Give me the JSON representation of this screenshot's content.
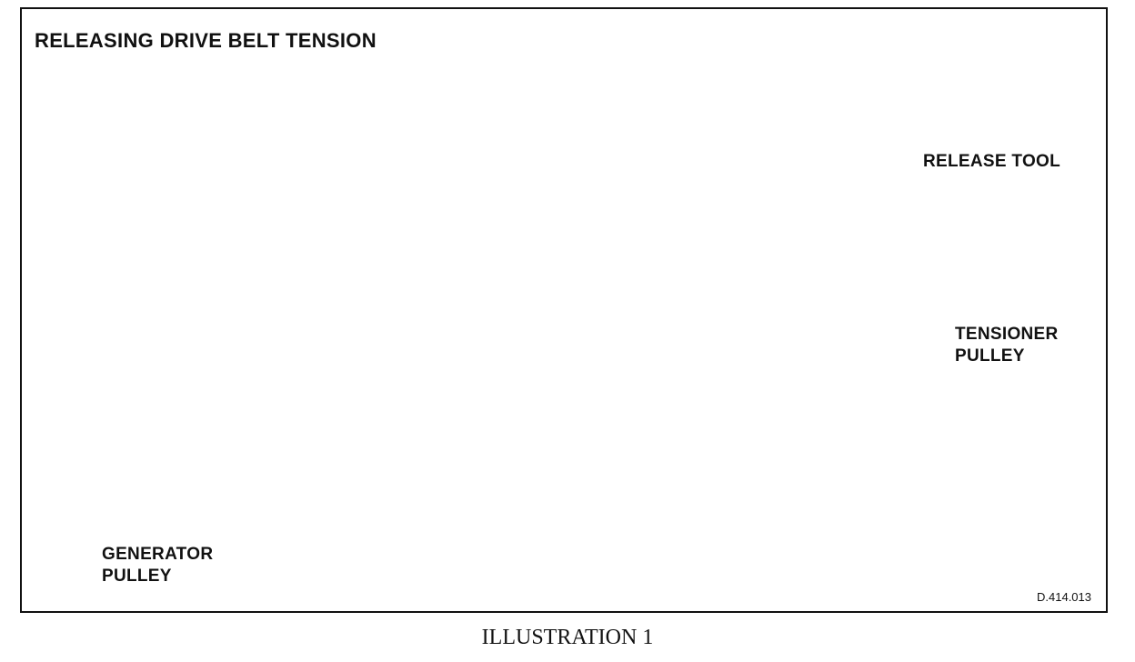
{
  "figure": {
    "title": "RELEASING DRIVE BELT TENSION",
    "labels": {
      "release_tool": "RELEASE TOOL",
      "tensioner_pulley_line1": "TENSIONER",
      "tensioner_pulley_line2": "PULLEY",
      "generator_pulley_line1": "GENERATOR",
      "generator_pulley_line2": "PULLEY"
    },
    "reference_code": "D.414.013",
    "caption": "ILLUSTRATION 1"
  },
  "colors": {
    "ink": "#111111",
    "paper": "#ffffff"
  }
}
